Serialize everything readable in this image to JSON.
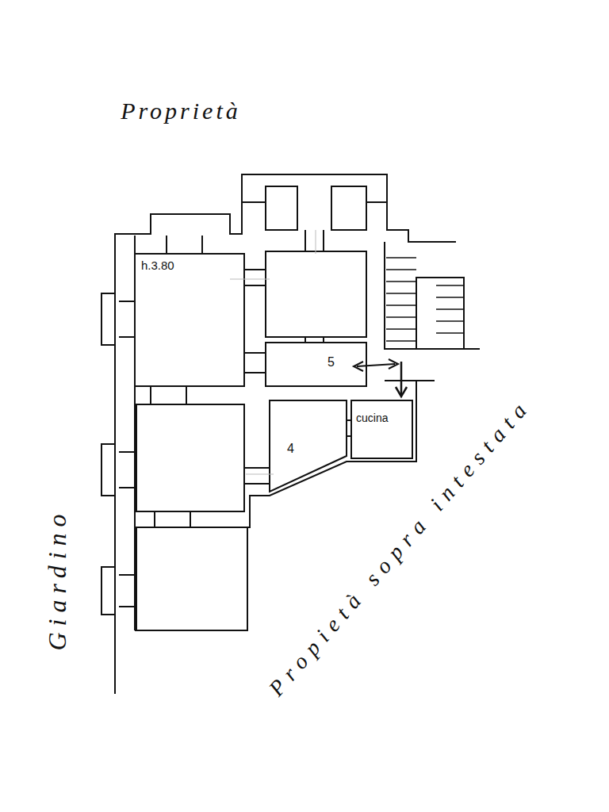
{
  "diagram": {
    "nodes": [
      {
        "text": [
          "h.3.80"
        ]
      },
      {
        "text": [
          "5"
        ]
      },
      {
        "text": [
          "4"
        ]
      },
      {
        "text": [
          "cucina"
        ]
      }
    ],
    "labels": [
      "Proprietà",
      "Giardino",
      "Propietà sopra intestata"
    ]
  }
}
